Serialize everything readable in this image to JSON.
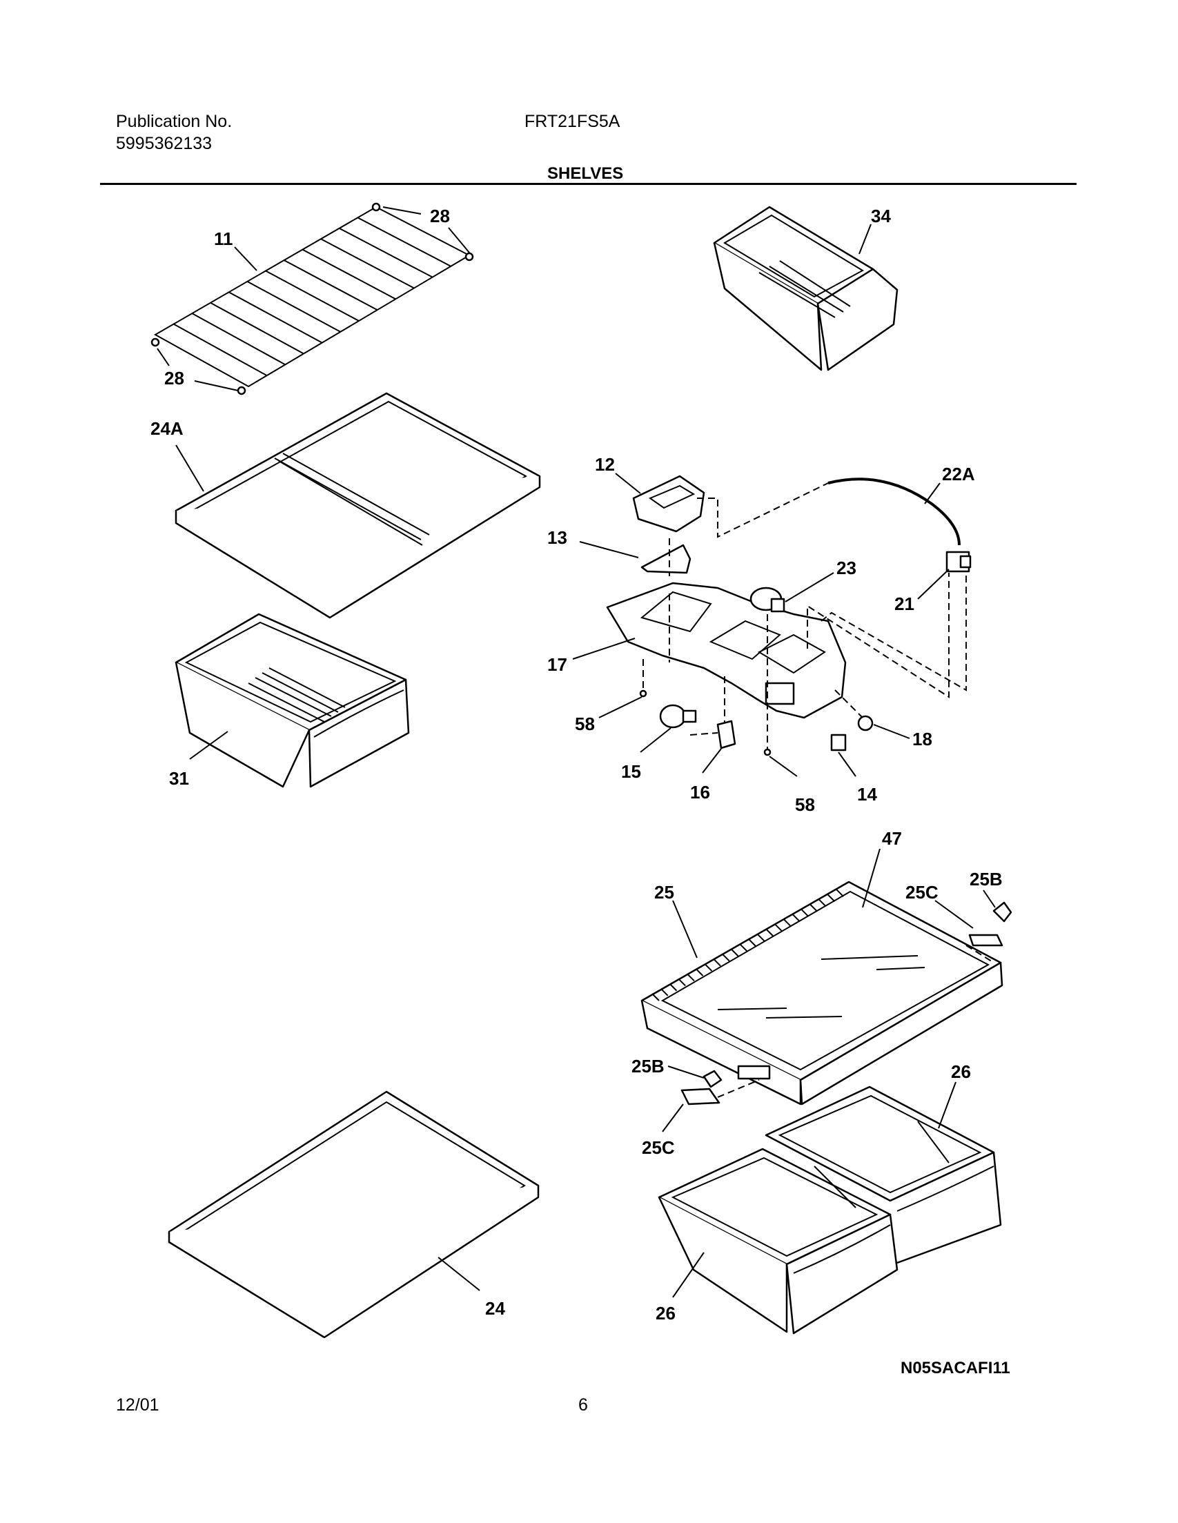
{
  "header": {
    "publication_label": "Publication No.",
    "publication_number": "5995362133",
    "model": "FRT21FS5A",
    "section_title": "SHELVES"
  },
  "callouts": {
    "c11": "11",
    "c28a": "28",
    "c28b": "28",
    "c24A": "24A",
    "c31": "31",
    "c34": "34",
    "c12": "12",
    "c22A": "22A",
    "c13": "13",
    "c23": "23",
    "c21": "21",
    "c17": "17",
    "c58a": "58",
    "c58b": "58",
    "c18": "18",
    "c15": "15",
    "c16": "16",
    "c14": "14",
    "c47": "47",
    "c25B_top": "25B",
    "c25": "25",
    "c25C_top": "25C",
    "c25B_bottom": "25B",
    "c25C_bottom": "25C",
    "c26_top": "26",
    "c26_bottom": "26",
    "c24": "24"
  },
  "figure_code": "N05SACAFI11",
  "footer": {
    "date": "12/01",
    "page": "6"
  }
}
